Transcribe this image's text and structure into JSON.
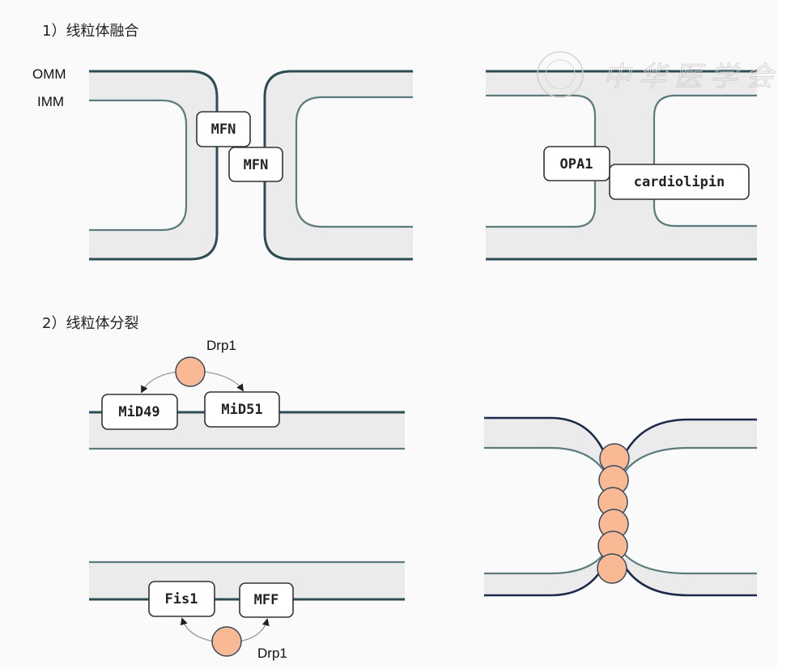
{
  "section1": {
    "title": "1）线粒体融合",
    "omm_label": "OMM",
    "imm_label": "IMM",
    "proteins": [
      "MFN",
      "MFN",
      "OPA1",
      "cardiolipin"
    ]
  },
  "section2": {
    "title": "2）线粒体分裂",
    "top_proteins": [
      "MiD49",
      "MiD51"
    ],
    "bottom_proteins": [
      "Fis1",
      "MFF"
    ],
    "drp1_label": "Drp1"
  },
  "watermark": {
    "text": "中华医学会"
  },
  "colors": {
    "membrane_space": "#ebebeb",
    "omm": "#2d4c54",
    "imm": "#5d7a7c",
    "drp1": "#f9b995"
  }
}
